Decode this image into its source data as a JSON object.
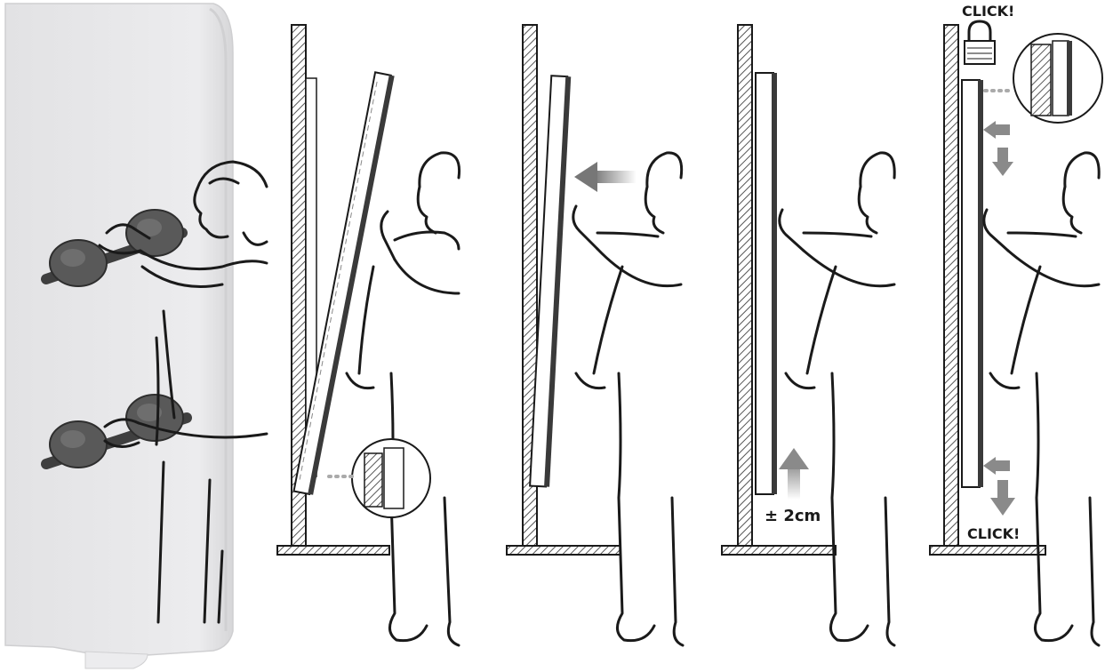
{
  "labels": {
    "measure": "± 2cm",
    "click_top": "CLICK!",
    "click_bottom": "CLICK!"
  },
  "colors": {
    "line": "#1a1a1a",
    "wall_hatch": "#555555",
    "arrow_gray": "#8a8a8a",
    "suction_cup": "#5a5a5a",
    "panel_bg": "#e9e9eb"
  },
  "icons": {
    "lock": "padlock-icon",
    "arrow_left": "arrow-left-icon",
    "arrow_up": "arrow-up-icon",
    "arrow_down": "arrow-down-icon"
  }
}
